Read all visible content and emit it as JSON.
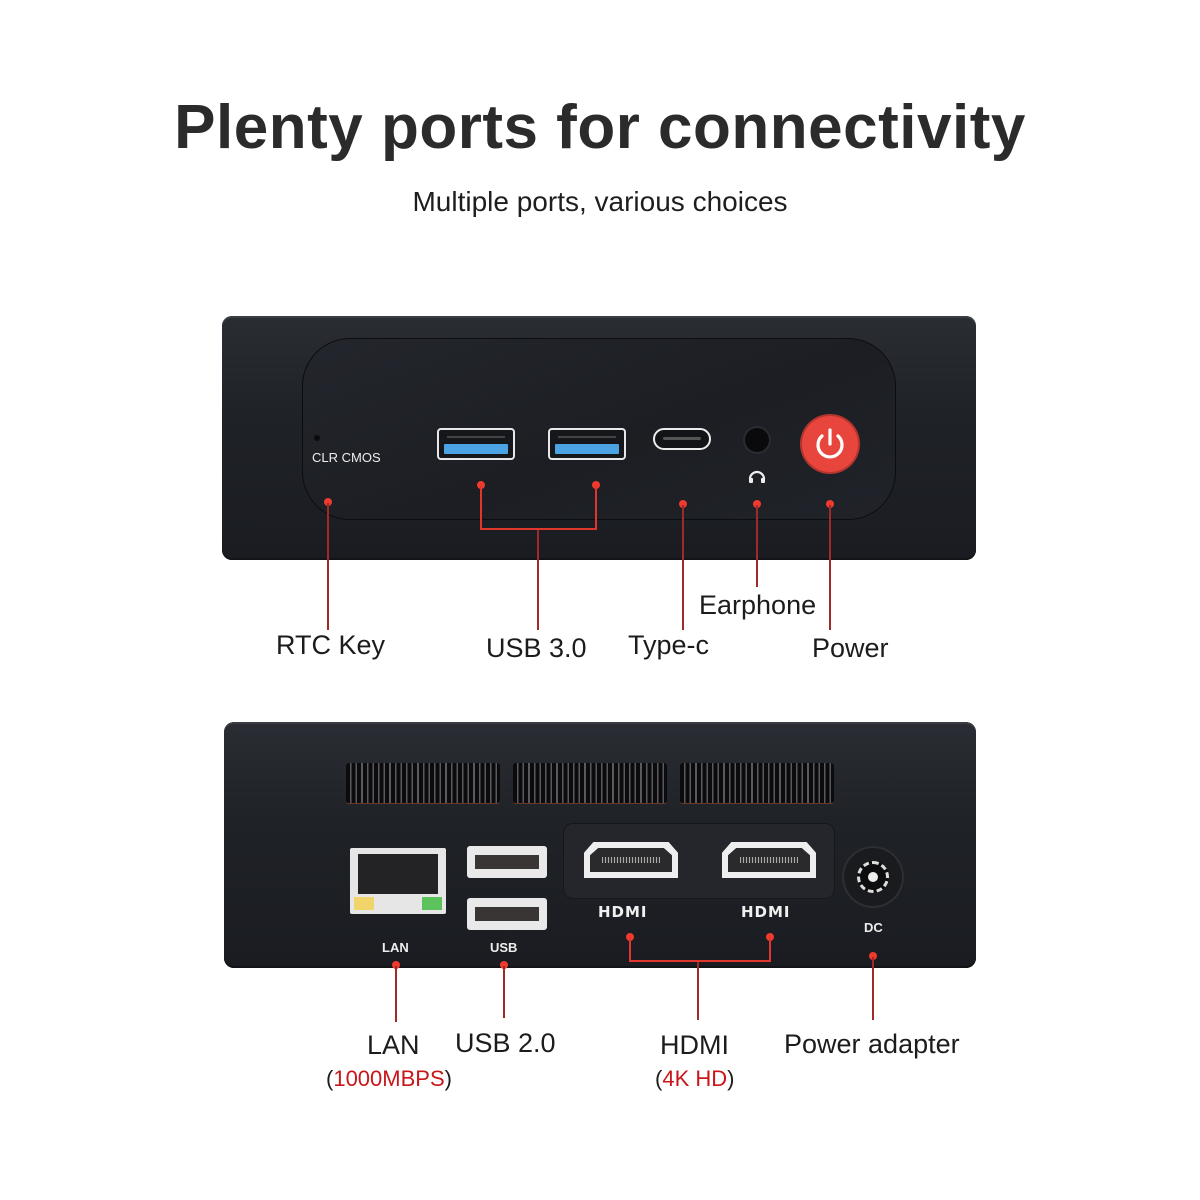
{
  "header": {
    "title": "Plenty ports for connectivity",
    "subtitle": "Multiple ports, various choices"
  },
  "front_panel": {
    "printed_labels": {
      "clr_cmos": "CLR  CMOS"
    },
    "ports": [
      {
        "id": "rtc-key",
        "icon": "pinhole-icon",
        "callout": "RTC Key"
      },
      {
        "id": "usb3-a",
        "icon": "usb-a-3-icon",
        "callout": "USB 3.0"
      },
      {
        "id": "usb3-b",
        "icon": "usb-a-3-icon",
        "callout": "USB 3.0"
      },
      {
        "id": "type-c",
        "icon": "usb-c-icon",
        "callout": "Type-c"
      },
      {
        "id": "earphone",
        "icon": "headphone-jack-icon",
        "callout": "Earphone"
      },
      {
        "id": "power",
        "icon": "power-icon",
        "callout": "Power"
      }
    ],
    "callouts": {
      "rtc": "RTC Key",
      "usb3": "USB 3.0",
      "typec": "Type-c",
      "earphone": "Earphone",
      "power": "Power"
    }
  },
  "rear_panel": {
    "printed_labels": {
      "lan": "LAN",
      "usb": "USB",
      "hdmi_1": "HDMI",
      "hdmi_2": "HDMI",
      "dc": "DC"
    },
    "callouts": {
      "lan": "LAN",
      "lan_open": "(",
      "lan_spec": "1000MBPS",
      "lan_close": ")",
      "usb2": "USB 2.0",
      "hdmi": "HDMI",
      "hdmi_open": "(",
      "hdmi_spec": "4K HD",
      "hdmi_close": ")",
      "power_adapter": "Power adapter"
    }
  },
  "colors": {
    "device_body": "#1f2227",
    "callout_line": "#e0362c",
    "callout_dot": "#f03a2e",
    "power_button": "#e8463d",
    "usb3_blue": "#4ba3e3",
    "spec_red": "#c8161b",
    "title_text": "#2b2b2b"
  }
}
